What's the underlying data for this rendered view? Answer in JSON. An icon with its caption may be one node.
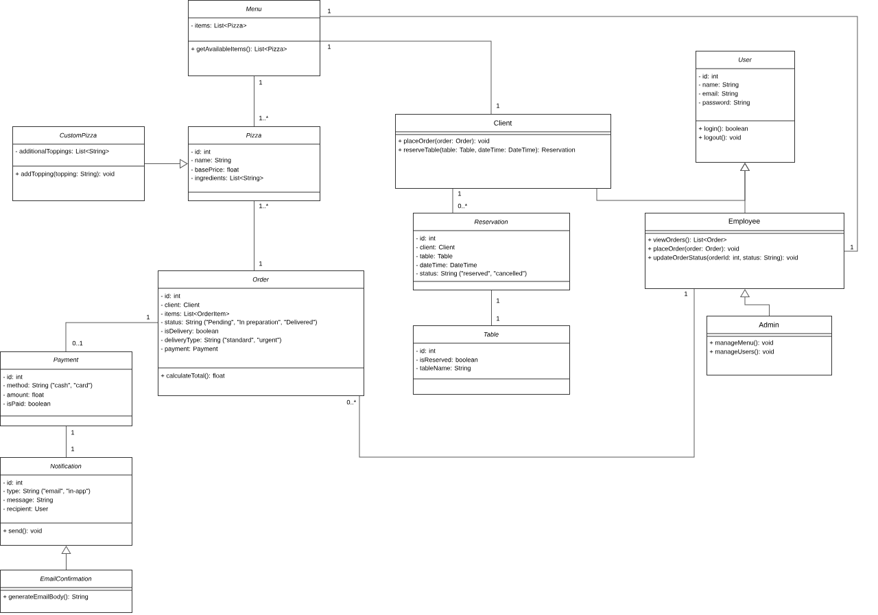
{
  "diagram": {
    "nodes": [
      {
        "text": [
          "Menu",
          "- items: List<Pizza>",
          "+ getAvailableItems(): List<Pizza>"
        ]
      },
      {
        "text": [
          "User",
          "- id: int",
          "- name: String",
          "- email: String",
          "- password: String",
          "+ login(): boolean",
          "+ logout(): void"
        ]
      },
      {
        "text": [
          "Client",
          "+ placeOrder(order: Order): void",
          "+ reserveTable(table: Table, dateTime: DateTime): Reservation"
        ]
      },
      {
        "text": [
          "CustomPizza",
          "- additionalToppings: List<String>",
          "+ addTopping(topping: String): void"
        ]
      },
      {
        "text": [
          "Pizza",
          "- id: int",
          "- name: String",
          "- basePrice: float",
          "- ingredients: List<String>"
        ]
      },
      {
        "text": [
          "Reservation",
          "- id: int",
          "- client: Client",
          "- table: Table",
          "- dateTime: DateTime",
          "- status: String (\"reserved\", \"cancelled\")"
        ]
      },
      {
        "text": [
          "Employee",
          "+ viewOrders(): List<Order>",
          "+ placeOrder(order: Order): void",
          "+ updateOrderStatus(orderId: int, status: String): void"
        ]
      },
      {
        "text": [
          "Order",
          "- id: int",
          "- client: Client",
          "- items: List<OrderItem>",
          "- status: String (\"Pending\", \"In preparation\", \"Delivered\")",
          "- isDelivery: boolean",
          "- deliveryType: String (\"standard\", \"urgent\")",
          "- payment: Payment",
          "+ calculateTotal(): float"
        ]
      },
      {
        "text": [
          "Admin",
          "+ manageMenu(): void",
          "+ manageUsers(): void"
        ]
      },
      {
        "text": [
          "Table",
          "- id: int",
          "- isReserved: boolean",
          "- tableName: String"
        ]
      },
      {
        "text": [
          "Payment",
          "- id: int",
          "- method: String (\"cash\", \"card\")",
          "- amount: float",
          "- isPaid: boolean"
        ]
      },
      {
        "text": [
          "Notification",
          "- id: int",
          "- type: String (\"email\", \"in-app\")",
          "- message: String",
          "- recipient: User",
          "+ send(): void"
        ]
      },
      {
        "text": [
          "EmailConfirmation",
          "+ generateEmailBody(): String"
        ]
      }
    ],
    "edges": [
      {
        "from": 0,
        "to": 4,
        "arrow": "none"
      },
      {
        "from": 0,
        "to": 2,
        "arrow": "none"
      },
      {
        "from": 0,
        "to": 6,
        "arrow": "none"
      },
      {
        "from": 3,
        "to": 4,
        "arrow": "to"
      },
      {
        "from": 4,
        "to": 7,
        "arrow": "none"
      },
      {
        "from": 2,
        "to": 5,
        "arrow": "none"
      },
      {
        "from": 2,
        "to": 1,
        "arrow": "to"
      },
      {
        "from": 6,
        "to": 1,
        "arrow": "to"
      },
      {
        "from": 5,
        "to": 9,
        "arrow": "none"
      },
      {
        "from": 8,
        "to": 6,
        "arrow": "to"
      },
      {
        "from": 7,
        "to": 6,
        "arrow": "none"
      },
      {
        "from": 7,
        "to": 10,
        "arrow": "none"
      },
      {
        "from": 10,
        "to": 11,
        "arrow": "none"
      },
      {
        "from": 12,
        "to": 11,
        "arrow": "to"
      }
    ],
    "labels": [
      "1",
      "1",
      "1",
      "1",
      "1..*",
      "1",
      "1..*",
      "0..*",
      "1",
      "1",
      "1",
      "1",
      "1",
      "1",
      "0..1",
      "0..*",
      "1",
      "1"
    ]
  }
}
